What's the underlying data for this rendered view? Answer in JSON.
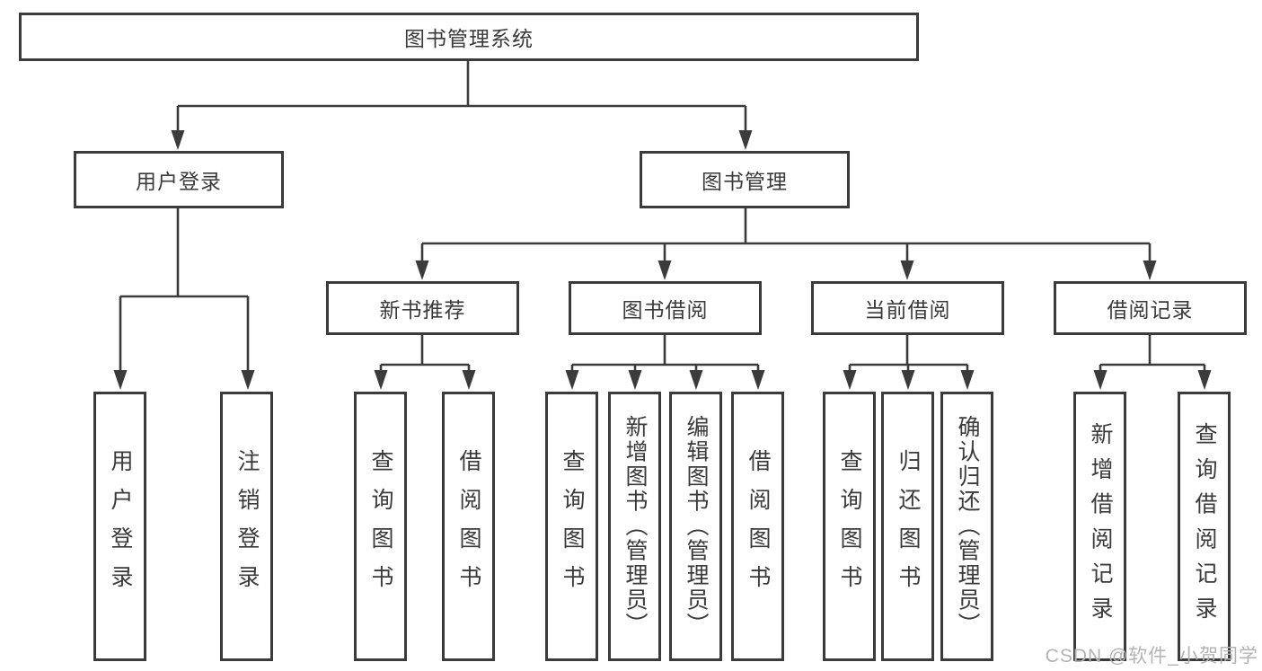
{
  "diagram": {
    "root": {
      "label": "图书管理系统"
    },
    "level2": [
      {
        "label": "用户登录"
      },
      {
        "label": "图书管理"
      }
    ],
    "level3": [
      {
        "label": "新书推荐"
      },
      {
        "label": "图书借阅"
      },
      {
        "label": "当前借阅"
      },
      {
        "label": "借阅记录"
      }
    ],
    "leaves": {
      "user_login": [
        "用户登录",
        "注销登录"
      ],
      "new_book_recommend": [
        "查询图书",
        "借阅图书"
      ],
      "book_borrow": [
        "查询图书",
        "新增图书（管理员）",
        "编辑图书（管理员）",
        "借阅图书"
      ],
      "current_borrow": [
        "查询图书",
        "归还图书",
        "确认归还（管理员）"
      ],
      "borrow_records": [
        "新增借阅记录",
        "查询借阅记录"
      ]
    }
  },
  "watermark": {
    "text": "CSDN @软件_小贺同学"
  },
  "colors": {
    "line": "#3b3b3b",
    "text": "#3a3a3a",
    "watermark": "#b3b3b3",
    "background": "#ffffff"
  }
}
